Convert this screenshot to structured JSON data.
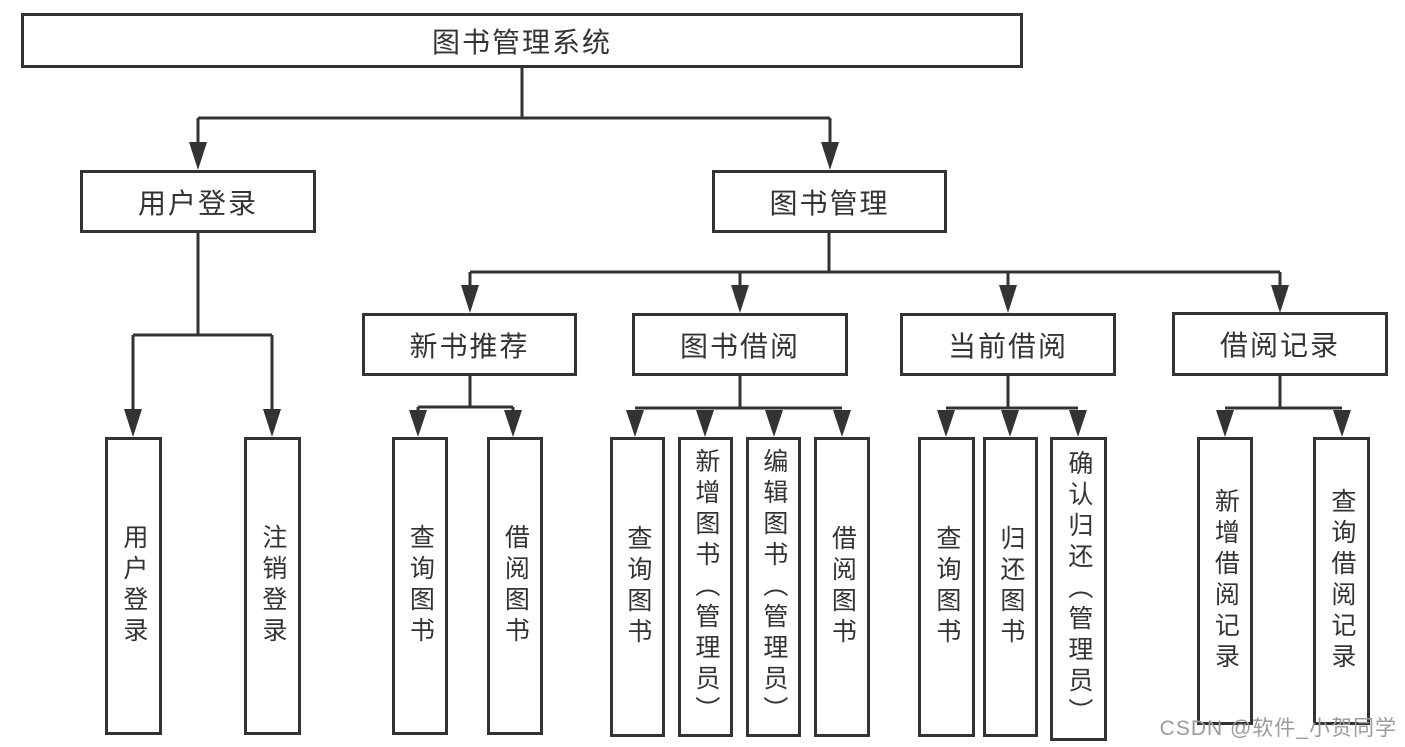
{
  "title": "图书管理系统",
  "level1": [
    "用户登录",
    "图书管理"
  ],
  "level2": [
    "新书推荐",
    "图书借阅",
    "当前借阅",
    "借阅记录"
  ],
  "leaves": {
    "user_login": [
      "用户登录",
      "注销登录"
    ],
    "new_book_recommend": [
      "查询图书",
      "借阅图书"
    ],
    "book_borrow": [
      "查询图书",
      "新增图书（管理员）",
      "编辑图书（管理员）",
      "借阅图书"
    ],
    "current_borrow": [
      "查询图书",
      "归还图书",
      "确认归还（管理员）"
    ],
    "borrow_record": [
      "新增借阅记录",
      "查询借阅记录"
    ]
  },
  "watermark": "CSDN @软件_小贺同学",
  "colors": {
    "line": "#333333",
    "text": "#333333",
    "watermark": "#9b9b9b"
  }
}
